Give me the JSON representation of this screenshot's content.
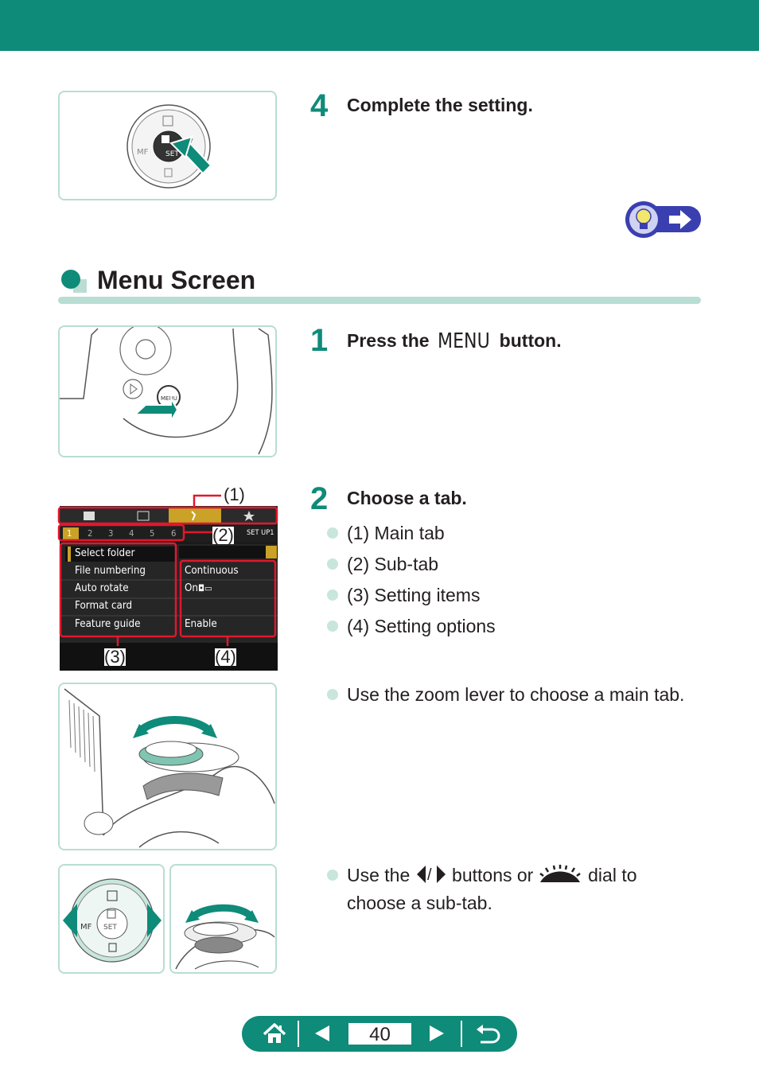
{
  "header": {
    "color": "#0f8b7a"
  },
  "step4": {
    "number": "4",
    "text": "Complete the setting."
  },
  "hint_icon": "lightbulb-arrow-icon",
  "section": {
    "title": "Menu Screen"
  },
  "step1": {
    "number": "1",
    "before": "Press the ",
    "menu_word": "MENU",
    "after": " button."
  },
  "step2": {
    "number": "2",
    "text": "Choose a tab.",
    "bullets": [
      "(1) Main tab",
      "(2) Sub-tab",
      "(3) Setting items",
      "(4) Setting options"
    ]
  },
  "zoom_bullet": "Use the zoom lever to choose a main tab.",
  "dial_bullet": {
    "part1": "Use the ",
    "part2": " buttons or ",
    "part3": " dial to",
    "line2": "choose a sub-tab."
  },
  "menu_screen": {
    "subtabs": [
      "1",
      "2",
      "3",
      "4",
      "5",
      "6"
    ],
    "tab_label": "SET UP1",
    "items": [
      "Select folder",
      "File numbering",
      "Auto rotate",
      "Format card",
      "Feature guide"
    ],
    "options": [
      "Continuous",
      "On",
      "Enable"
    ]
  },
  "callouts": [
    "(1)",
    "(2)",
    "(3)",
    "(4)"
  ],
  "camera_labels": {
    "set": "SET",
    "mf": "MF"
  },
  "nav": {
    "page": "40"
  },
  "colors": {
    "accent": "#0f8b7a",
    "light": "#b9ddd3",
    "callout_red": "#e0182d",
    "menu_yellow": "#c9a227"
  }
}
